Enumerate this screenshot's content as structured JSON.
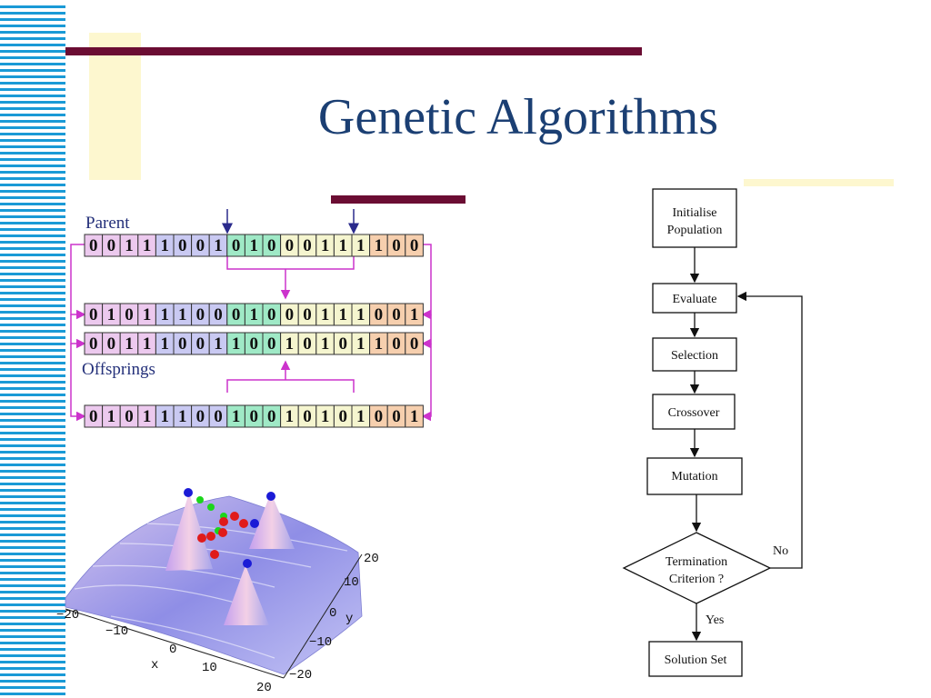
{
  "slide": {
    "title": "Genetic Algorithms"
  },
  "crossover": {
    "parent_label": "Parent",
    "offsprings_label": "Offsprings",
    "rows": [
      {
        "bits": [
          "0",
          "0",
          "1",
          "1",
          "1",
          "0",
          "0",
          "1",
          "0",
          "1",
          "0",
          "0",
          "0",
          "1",
          "1",
          "1",
          "1",
          "0",
          "0"
        ],
        "colors": [
          "#ecc9ee",
          "#ecc9ee",
          "#ecc9ee",
          "#ecc9ee",
          "#c9c9f2",
          "#c9c9f2",
          "#c9c9f2",
          "#c9c9f2",
          "#9fe9c6",
          "#9fe9c6",
          "#9fe9c6",
          "#f5f5cf",
          "#f5f5cf",
          "#f5f5cf",
          "#f5f5cf",
          "#f5f5cf",
          "#f6cfae",
          "#f6cfae",
          "#f6cfae"
        ]
      },
      {
        "bits": [
          "0",
          "1",
          "0",
          "1",
          "1",
          "1",
          "0",
          "0",
          "0",
          "1",
          "0",
          "0",
          "0",
          "1",
          "1",
          "1",
          "0",
          "0",
          "1"
        ],
        "colors": [
          "#ecc9ee",
          "#ecc9ee",
          "#ecc9ee",
          "#ecc9ee",
          "#c9c9f2",
          "#c9c9f2",
          "#c9c9f2",
          "#c9c9f2",
          "#9fe9c6",
          "#9fe9c6",
          "#9fe9c6",
          "#f5f5cf",
          "#f5f5cf",
          "#f5f5cf",
          "#f5f5cf",
          "#f5f5cf",
          "#f6cfae",
          "#f6cfae",
          "#f6cfae"
        ]
      },
      {
        "bits": [
          "0",
          "0",
          "1",
          "1",
          "1",
          "0",
          "0",
          "1",
          "1",
          "0",
          "0",
          "1",
          "0",
          "1",
          "0",
          "1",
          "1",
          "0",
          "0"
        ],
        "colors": [
          "#ecc9ee",
          "#ecc9ee",
          "#ecc9ee",
          "#ecc9ee",
          "#c9c9f2",
          "#c9c9f2",
          "#c9c9f2",
          "#c9c9f2",
          "#9fe9c6",
          "#9fe9c6",
          "#9fe9c6",
          "#f5f5cf",
          "#f5f5cf",
          "#f5f5cf",
          "#f5f5cf",
          "#f5f5cf",
          "#f6cfae",
          "#f6cfae",
          "#f6cfae"
        ]
      },
      {
        "bits": [
          "0",
          "1",
          "0",
          "1",
          "1",
          "1",
          "0",
          "0",
          "1",
          "0",
          "0",
          "1",
          "0",
          "1",
          "0",
          "1",
          "0",
          "0",
          "1"
        ],
        "colors": [
          "#ecc9ee",
          "#ecc9ee",
          "#ecc9ee",
          "#ecc9ee",
          "#c9c9f2",
          "#c9c9f2",
          "#c9c9f2",
          "#c9c9f2",
          "#9fe9c6",
          "#9fe9c6",
          "#9fe9c6",
          "#f5f5cf",
          "#f5f5cf",
          "#f5f5cf",
          "#f5f5cf",
          "#f5f5cf",
          "#f6cfae",
          "#f6cfae",
          "#f6cfae"
        ]
      }
    ],
    "arrow_color": "#cc33cc",
    "cut_arrow_color": "#2a2a8c"
  },
  "surface_plot": {
    "x_axis_label": "x",
    "y_axis_label": "y",
    "x_ticks": [
      "−20",
      "−10",
      "0",
      "10",
      "20"
    ],
    "y_ticks": [
      "20",
      "10",
      "0",
      "−10",
      "−20"
    ]
  },
  "flowchart": {
    "steps": [
      "Initialise Population",
      "Evaluate",
      "Selection",
      "Crossover",
      "Mutation"
    ],
    "init_line1": "Initialise",
    "init_line2": "Population",
    "decision_line1": "Termination",
    "decision_line2": "Criterion ?",
    "no_label": "No",
    "yes_label": "Yes",
    "end": "Solution Set"
  },
  "colors": {
    "title": "#1b3f73",
    "accent_bar": "#6b0d33",
    "highlight": "#fdf7cf",
    "stripe": "#1a9ad6"
  }
}
